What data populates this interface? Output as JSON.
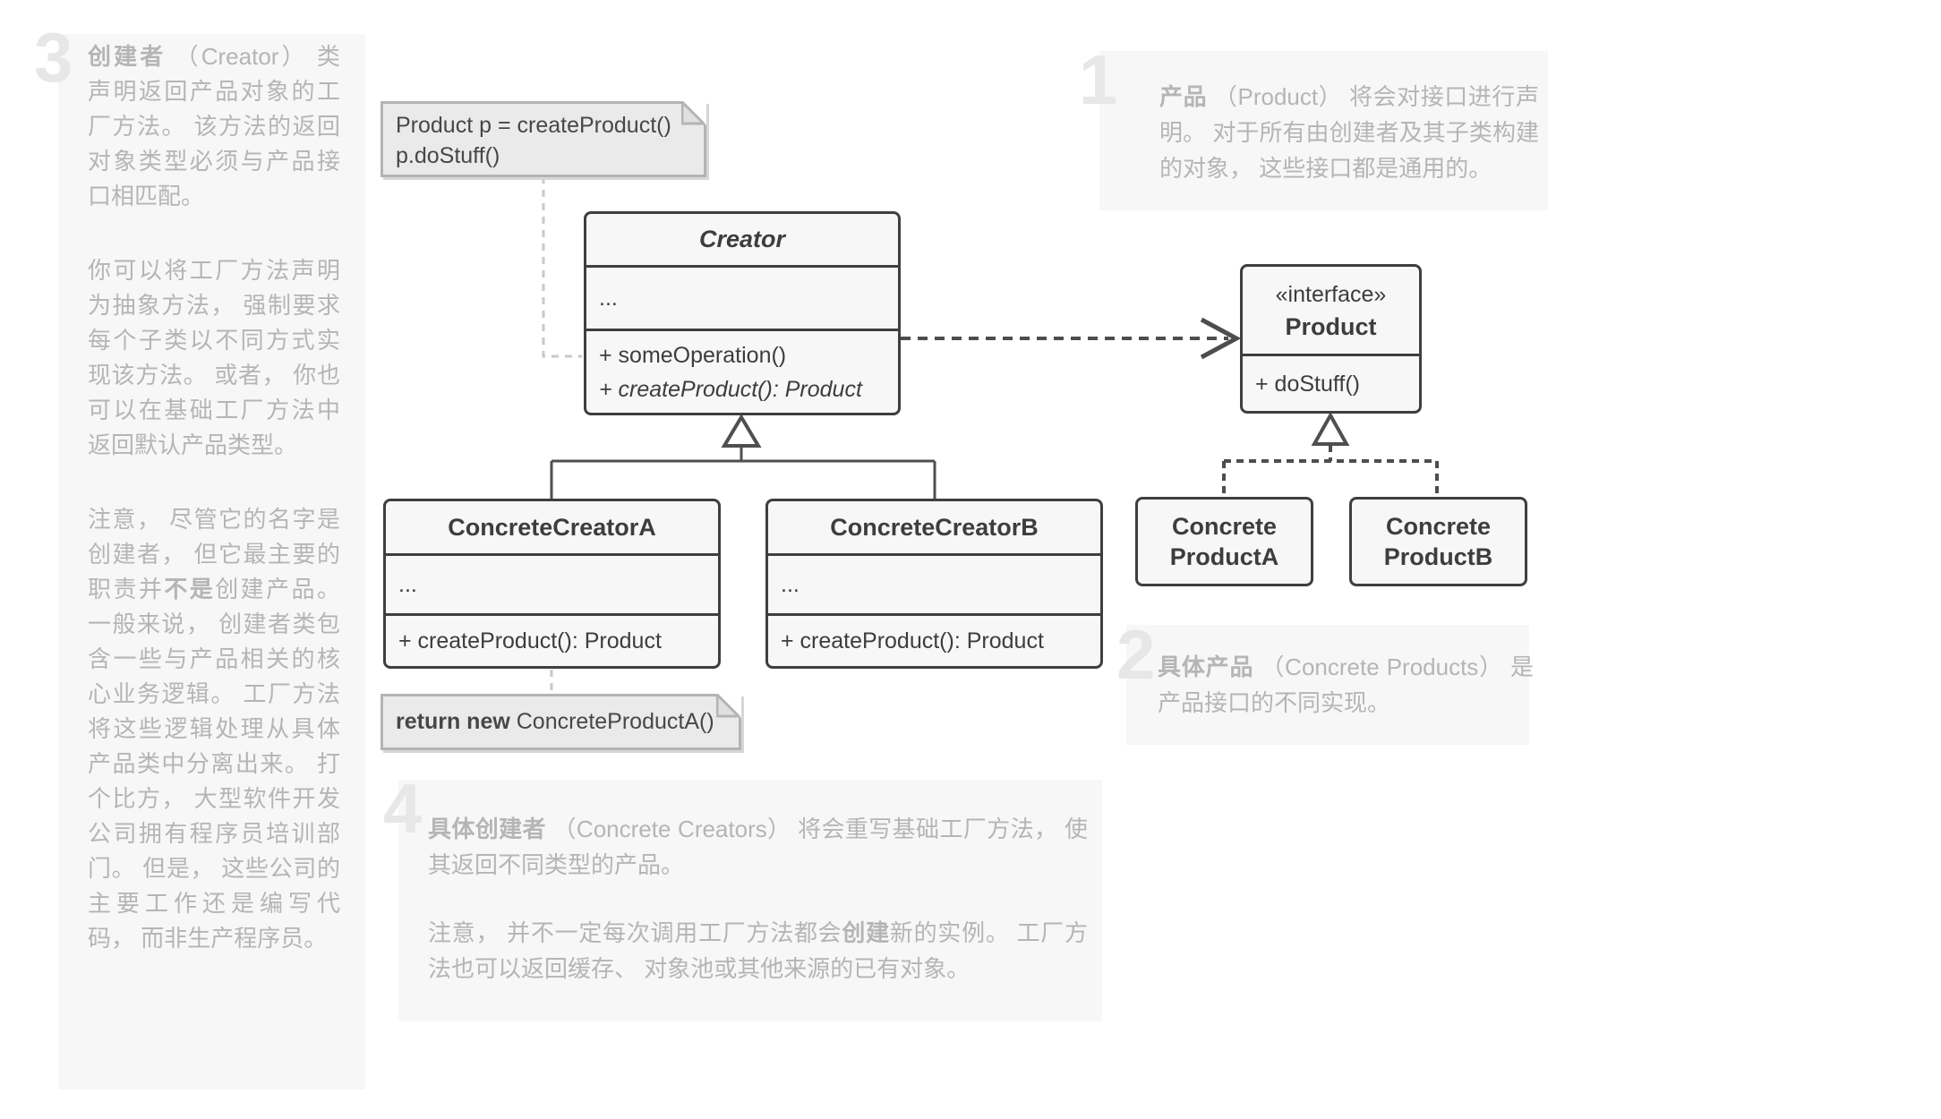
{
  "colors": {
    "class_border": "#3f3f3f",
    "class_fill": "#f7f7f7",
    "class_text": "#3d3d3d",
    "note_fill": "#eaeaea",
    "note_border": "#b4b4b4",
    "note_text": "#474747",
    "annotation_bg": "#f7f7f7",
    "annotation_text": "#b5b5b5",
    "annotation_number": "#e7e7e7",
    "connector_dark": "#4d4d4d",
    "connector_light": "#c9c9c9"
  },
  "annotation_1": {
    "number": "1",
    "lead_bold": "产品",
    "rest": " （Product） 将会对接口进行声明。 对于所有由创建者及其子类构建的对象， 这些接口都是通用的。"
  },
  "annotation_2": {
    "number": "2",
    "lead_bold": "具体产品",
    "rest": " （Concrete Products） 是产品接口的不同实现。"
  },
  "annotation_3": {
    "number": "3",
    "p1_bold": "创建者",
    "p1_rest": " （Creator） 类声明返回产品对象的工厂方法。 该方法的返回对象类型必须与产品接口相匹配。",
    "p2": "你可以将工厂方法声明为抽象方法， 强制要求每个子类以不同方式实现该方法。 或者， 你也可以在基础工厂方法中返回默认产品类型。",
    "p3_before": "注意， 尽管它的名字是创建者， 但它最主要的职责并",
    "p3_bold": "不是",
    "p3_after": "创建产品。 一般来说， 创建者类包含一些与产品相关的核心业务逻辑。 工厂方法将这些逻辑处理从具体产品类中分离出来。 打个比方， 大型软件开发公司拥有程序员培训部门。 但是， 这些公司的主要工作还是编写代码， 而非生产程序员。"
  },
  "annotation_4": {
    "number": "4",
    "p1_bold": "具体创建者",
    "p1_rest": " （Concrete Creators） 将会重写基础工厂方法， 使其返回不同类型的产品。",
    "p2_before": "注意， 并不一定每次调用工厂方法都会",
    "p2_bold": "创建",
    "p2_after": "新的实例。 工厂方法也可以返回缓存、 对象池或其他来源的已有对象。"
  },
  "notes": {
    "usage": {
      "line1": "Product p = createProduct()",
      "line2": "p.doStuff()"
    },
    "return": {
      "bold": "return new",
      "rest": " ConcreteProductA()"
    }
  },
  "classes": {
    "creator": {
      "title": "Creator",
      "fields": "...",
      "method1": "+ someOperation()",
      "method2": "+ createProduct(): Product"
    },
    "product": {
      "stereotype": "«interface»",
      "title": "Product",
      "method1": "+ doStuff()"
    },
    "concrete_creator_a": {
      "title": "ConcreteCreatorA",
      "fields": "...",
      "method1": "+ createProduct(): Product"
    },
    "concrete_creator_b": {
      "title": "ConcreteCreatorB",
      "fields": "...",
      "method1": "+ createProduct(): Product"
    },
    "concrete_product_a": {
      "title_line1": "Concrete",
      "title_line2": "ProductA"
    },
    "concrete_product_b": {
      "title_line1": "Concrete",
      "title_line2": "ProductB"
    }
  }
}
